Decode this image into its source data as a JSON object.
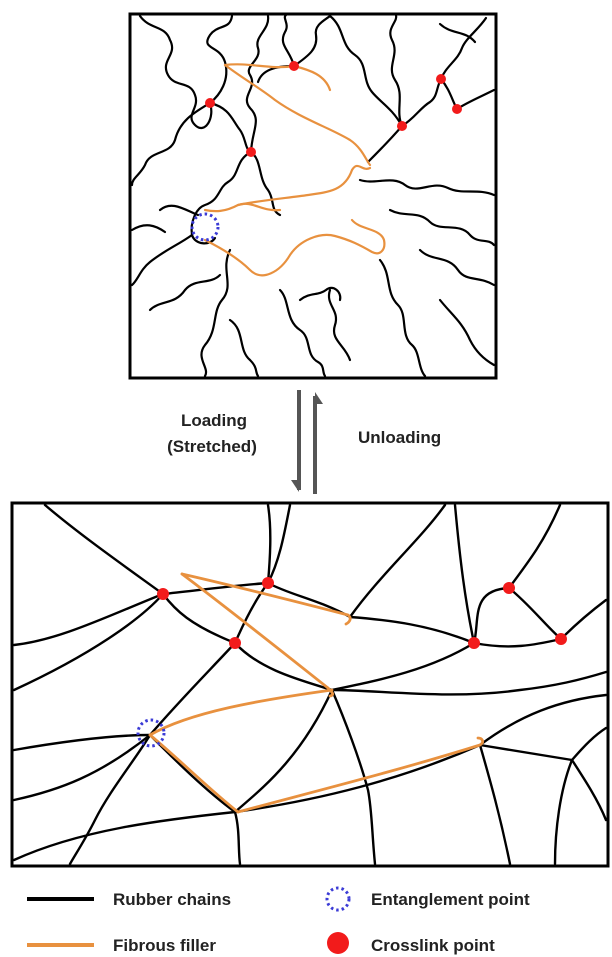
{
  "arrows": {
    "loading_line1": "Loading",
    "loading_line2": "(Stretched)",
    "unloading": "Unloading"
  },
  "legend": {
    "rubber_chains": "Rubber chains",
    "fibrous_filler": "Fibrous filler",
    "entanglement_point": "Entanglement point",
    "crosslink_point": "Crosslink point"
  },
  "colors": {
    "rubber_chain": "#000000",
    "fibrous_filler": "#e8913f",
    "entanglement": "#3b3bd6",
    "crosslink": "#f21b1b",
    "frame": "#000000"
  }
}
